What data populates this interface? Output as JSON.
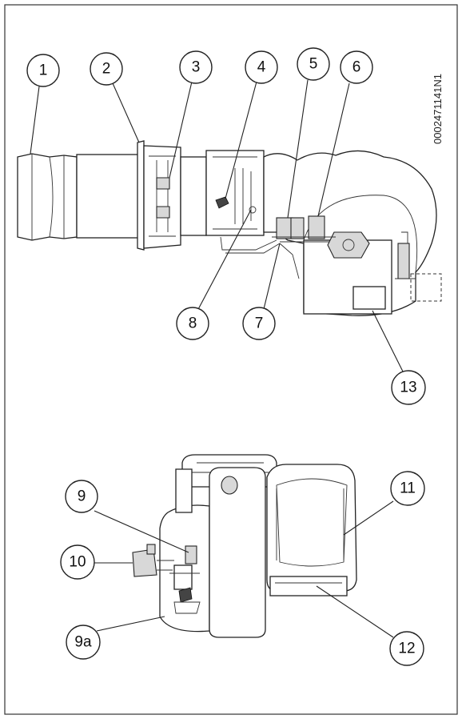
{
  "drawing_code": "0002471141N1",
  "callouts": [
    {
      "id": "c1",
      "label": "1"
    },
    {
      "id": "c2",
      "label": "2"
    },
    {
      "id": "c3",
      "label": "3"
    },
    {
      "id": "c4",
      "label": "4"
    },
    {
      "id": "c5",
      "label": "5"
    },
    {
      "id": "c6",
      "label": "6"
    },
    {
      "id": "c7",
      "label": "7"
    },
    {
      "id": "c8",
      "label": "8"
    },
    {
      "id": "c13",
      "label": "13"
    },
    {
      "id": "c9",
      "label": "9"
    },
    {
      "id": "c9a",
      "label": "9a"
    },
    {
      "id": "c10",
      "label": "10"
    },
    {
      "id": "c11",
      "label": "11"
    },
    {
      "id": "c12",
      "label": "12"
    }
  ]
}
